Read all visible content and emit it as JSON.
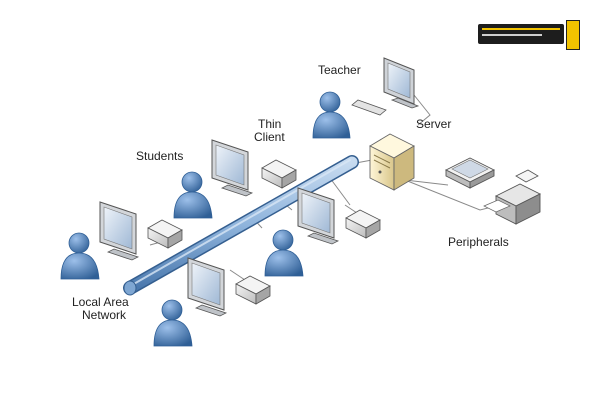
{
  "labels": {
    "teacher": "Teacher",
    "server": "Server",
    "thin_client_1": "Thin",
    "thin_client_2": "Client",
    "students": "Students",
    "peripherals": "Peripherals",
    "lan_1": "Local Area",
    "lan_2": "Network"
  },
  "colors": {
    "person": "#5a8ac6",
    "person_dark": "#2f5f96",
    "lan_pipe": "#8fb4dc",
    "lan_pipe_edge": "#4a78ad",
    "monitor": "#d9dcdf",
    "screen": "#bfd0e4",
    "server": "#f0e2b8",
    "line": "#888888"
  },
  "icons": {
    "person": "person-icon",
    "monitor": "monitor-icon",
    "thin_client": "thin-client-box-icon",
    "server": "server-tower-icon",
    "scanner": "scanner-icon",
    "printer": "printer-icon",
    "keyboard": "keyboard-icon"
  }
}
